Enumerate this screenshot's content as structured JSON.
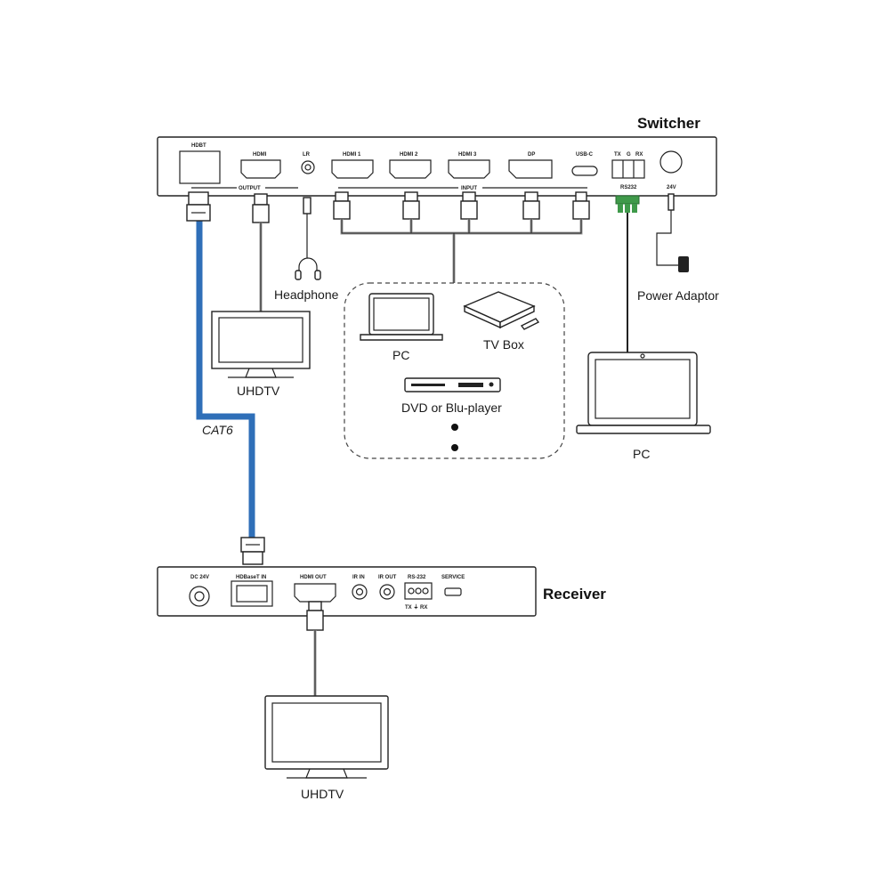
{
  "switcher": {
    "title": "Switcher",
    "ports": {
      "hdbt": "HDBT",
      "hdmi": "HDMI",
      "lr": "LR",
      "hdmi1": "HDMI 1",
      "hdmi2": "HDMI 2",
      "hdmi3": "HDMI 3",
      "dp": "DP",
      "usbc": "USB-C",
      "tx": "TX",
      "g": "G",
      "rx": "RX",
      "output_group": "OUTPUT",
      "input_group": "INPUT",
      "rs232": "RS232",
      "power": "24V"
    }
  },
  "receiver": {
    "title": "Receiver",
    "ports": {
      "dc": "DC 24V",
      "hdbaset": "HDBaseT IN",
      "hdmi_out": "HDMI OUT",
      "ir_in": "IR IN",
      "ir_out": "IR OUT",
      "rs232": "RS-232",
      "tx_rx": "TX ⏚ RX",
      "service": "SERVICE"
    }
  },
  "devices": {
    "headphone": "Headphone",
    "uhdtv_top": "UHDTV",
    "cable": "CAT6",
    "pc_source": "PC",
    "tv_box": "TV Box",
    "dvd": "DVD or Blu-player",
    "power_adaptor": "Power Adaptor",
    "pc_control": "PC",
    "uhdtv_bottom": "UHDTV"
  },
  "colors": {
    "cat6_cable": "#2f6fb8",
    "rs232_connector": "#3f9a4a",
    "outline": "#222222",
    "source_cable": "#9a9a9a"
  }
}
